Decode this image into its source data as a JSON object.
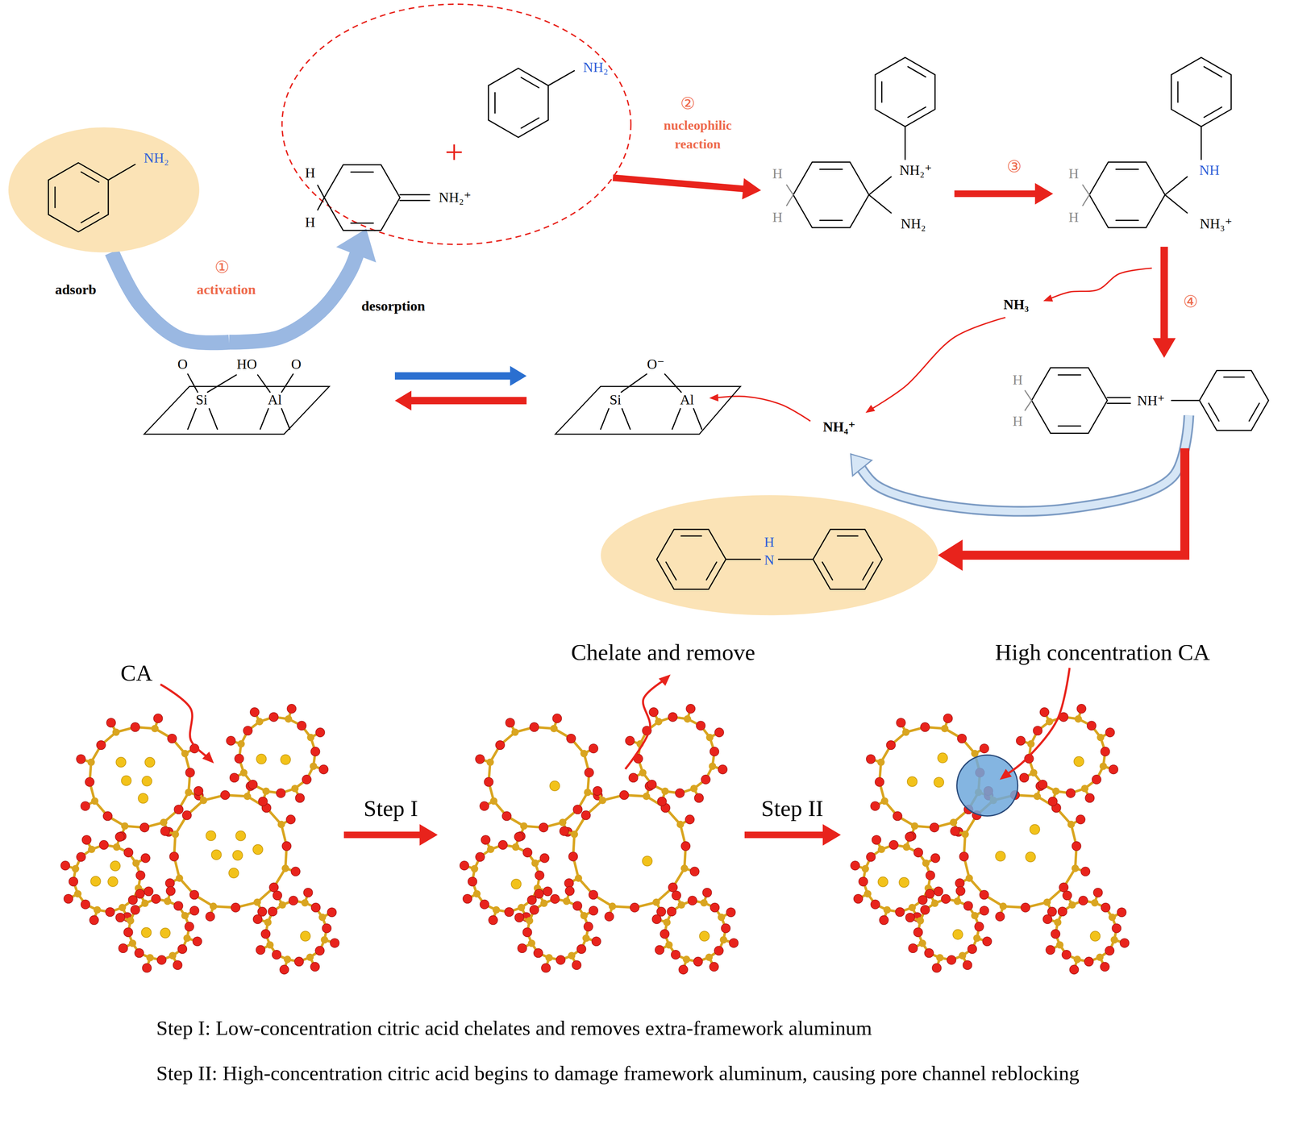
{
  "diagram": {
    "nodes": [
      {
        "text": [
          "NH₂"
        ]
      },
      {
        "text": [
          "+"
        ]
      },
      {
        "text": [
          "H",
          "H",
          "NH₂⁺"
        ],
        "in": 1
      },
      {
        "text": [
          "NH₂"
        ],
        "in": 1
      },
      {
        "text": [
          "H",
          "H",
          "NH₂⁺",
          "NH₂"
        ]
      },
      {
        "text": [
          "H",
          "H",
          "NH",
          "NH₃⁺"
        ]
      },
      {
        "text": [
          "H",
          "H",
          "NH⁺"
        ]
      },
      {
        "text": [
          "H",
          "N"
        ]
      },
      {
        "text": [
          "O",
          "HO",
          "O",
          "Si",
          "Al"
        ]
      },
      {
        "text": [
          "O⁻",
          "Si",
          "Al"
        ]
      }
    ],
    "edges": [
      {
        "from": 0,
        "to": 8,
        "label": "adsorb",
        "arrow": "none"
      },
      {
        "from": 8,
        "to": 1,
        "label": "desorption",
        "arrow": "to"
      },
      {
        "from": 1,
        "to": 4,
        "label": "nucleophilic reaction",
        "arrow": "to"
      },
      {
        "from": 4,
        "to": 5,
        "label": "③",
        "arrow": "to"
      },
      {
        "from": 5,
        "to": 6,
        "label": "④",
        "arrow": "to"
      },
      {
        "from": 6,
        "to": 7,
        "arrow": "to"
      },
      {
        "from": 8,
        "to": 9,
        "arrow": "to"
      },
      {
        "from": 9,
        "to": 8,
        "arrow": "to"
      }
    ],
    "labels": [
      "①",
      "activation",
      "②",
      "NH₃",
      "NH₄⁺",
      "CA",
      "Chelate and remove",
      "High concentration CA",
      "Step I",
      "Step II",
      "Step I: Low-concentration citric acid chelates and removes extra-framework aluminum",
      "Step II: High-concentration citric acid begins to damage framework aluminum, causing pore channel reblocking"
    ]
  }
}
